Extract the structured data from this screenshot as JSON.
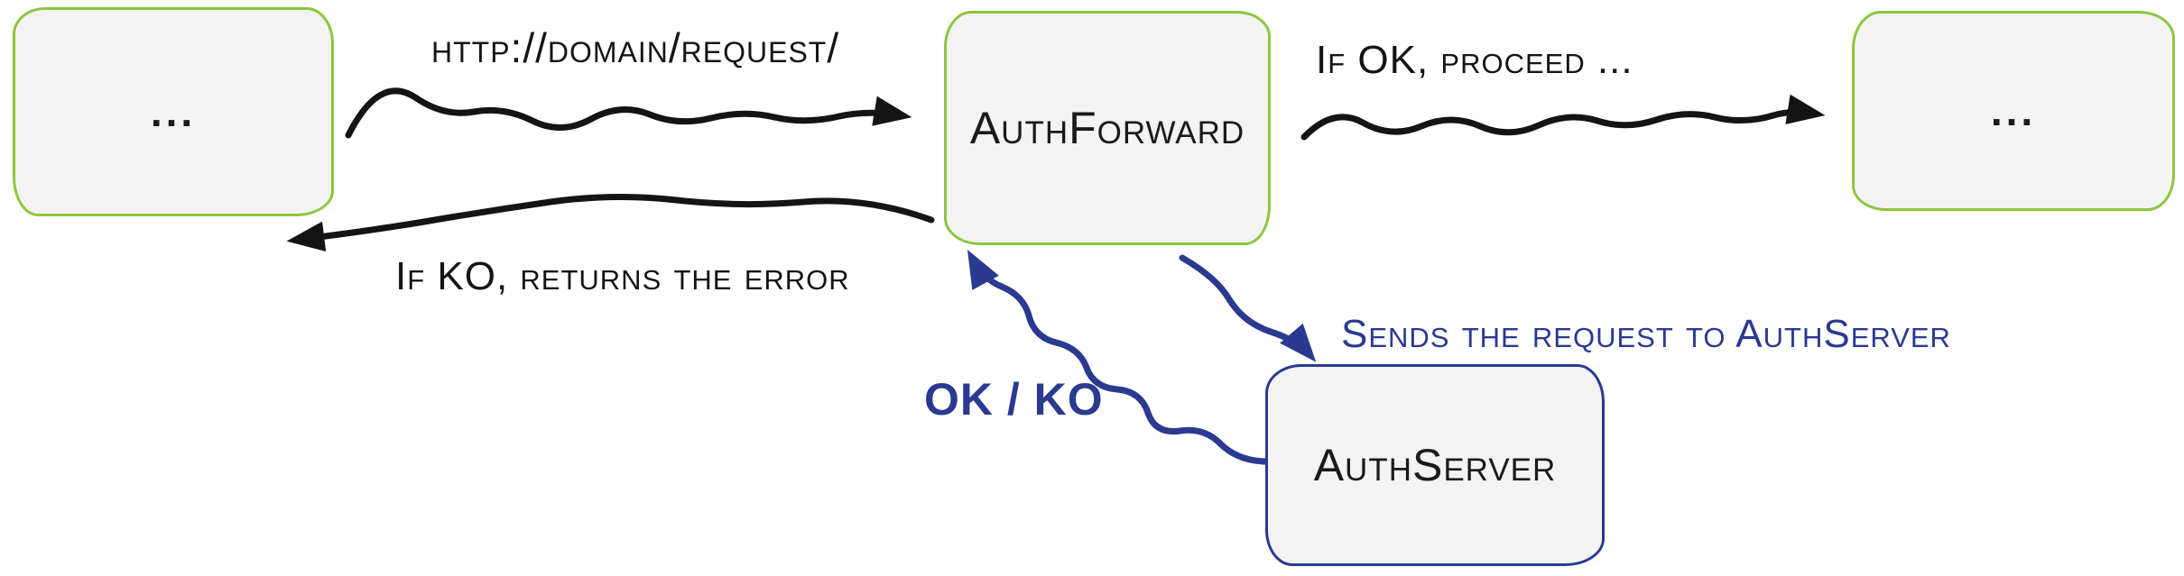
{
  "diagram": {
    "boxes": {
      "client_left": {
        "label": "..."
      },
      "auth_forward": {
        "label": "AuthForward"
      },
      "client_right": {
        "label": "..."
      },
      "auth_server": {
        "label": "AuthServer"
      }
    },
    "labels": {
      "request_url": "http://domain/request/",
      "ok_proceed": "If OK, proceed ...",
      "ko_error": "If KO, returns the error",
      "send_to_authserver": "Sends the request to AuthServer",
      "ok_ko": "OK / KO"
    },
    "colors": {
      "green_border": "#8cc63e",
      "blue_accent": "#2b3990",
      "arrow_black": "#141414",
      "box_fill": "#f3f3f3",
      "background": "#ffffff"
    }
  }
}
